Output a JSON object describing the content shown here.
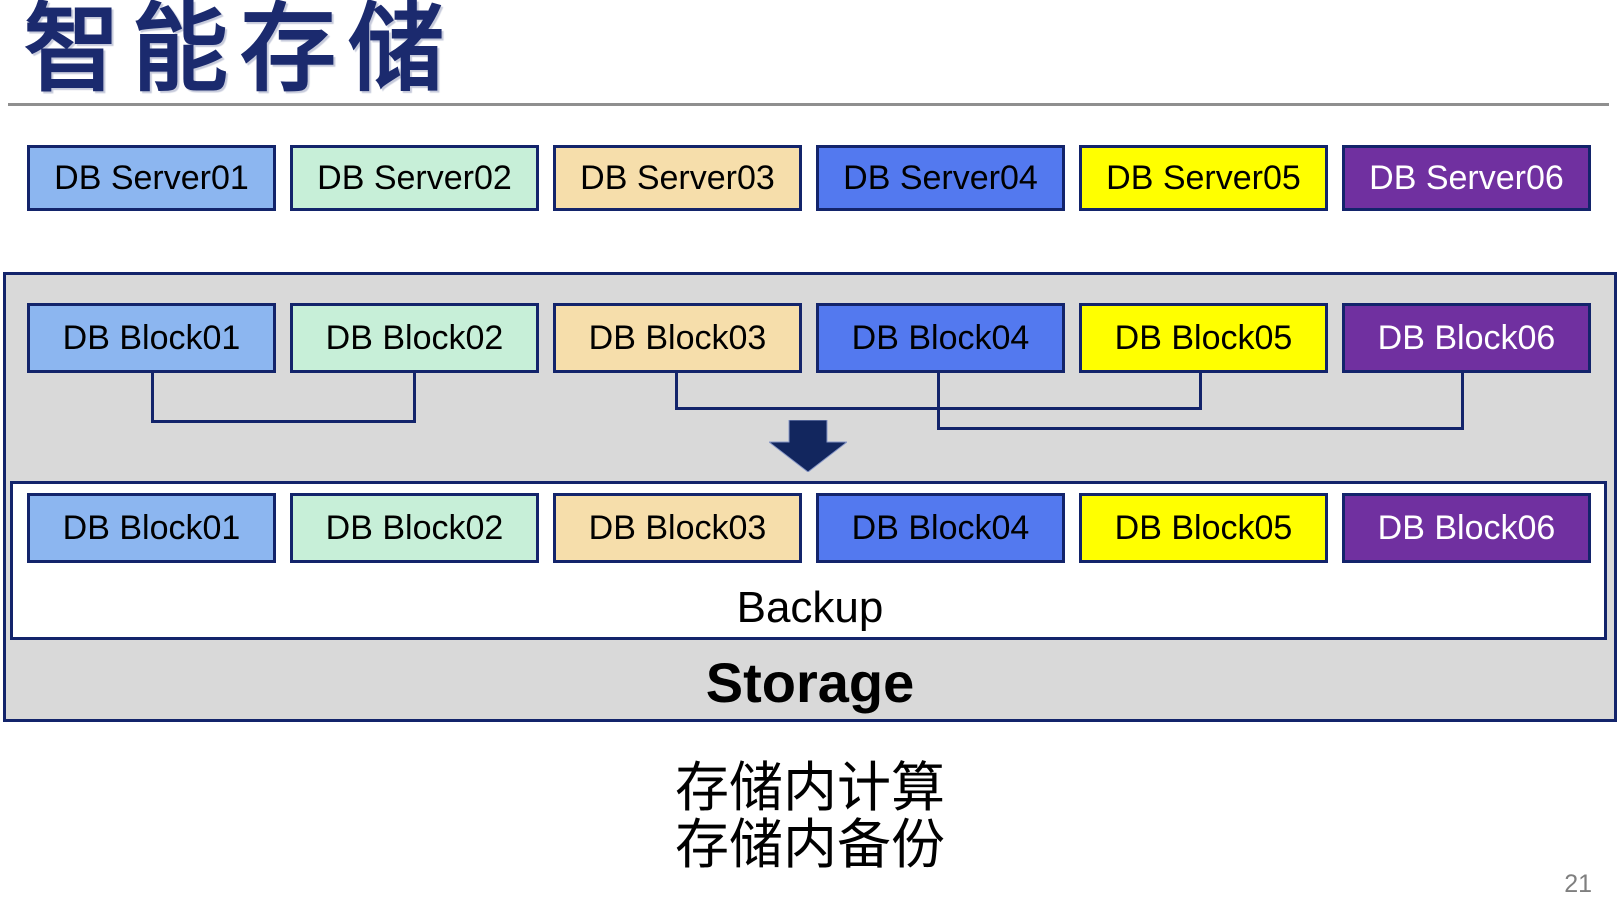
{
  "title": "智能存储",
  "servers": [
    "DB Server01",
    "DB Server02",
    "DB Server03",
    "DB Server04",
    "DB Server05",
    "DB Server06"
  ],
  "blocks_top": [
    "DB Block01",
    "DB Block02",
    "DB Block03",
    "DB Block04",
    "DB Block05",
    "DB Block06"
  ],
  "blocks_bottom": [
    "DB Block01",
    "DB Block02",
    "DB Block03",
    "DB Block04",
    "DB Block05",
    "DB Block06"
  ],
  "backup_label": "Backup",
  "storage_label": "Storage",
  "captions": {
    "line1": "存储内计算",
    "line2": "存储内备份"
  },
  "page_number": "21",
  "palette": {
    "box1": {
      "bg": "#8CB6F0",
      "text": "#000000"
    },
    "box2": {
      "bg": "#C7EFD8",
      "text": "#000000"
    },
    "box3": {
      "bg": "#F6DEAB",
      "text": "#000000"
    },
    "box4": {
      "bg": "#5379EF",
      "text": "#000000"
    },
    "box5": {
      "bg": "#FFFF00",
      "text": "#000000"
    },
    "box6": {
      "bg": "#7030A0",
      "text": "#FFFFFF"
    },
    "border_navy": "#13246B",
    "title_navy": "#1B2A6E",
    "container_gray": "#D9D9D9",
    "rule_gray": "#8F8F8F",
    "arrow_navy": "#12265E",
    "page_number_gray": "#7F7F7F"
  }
}
